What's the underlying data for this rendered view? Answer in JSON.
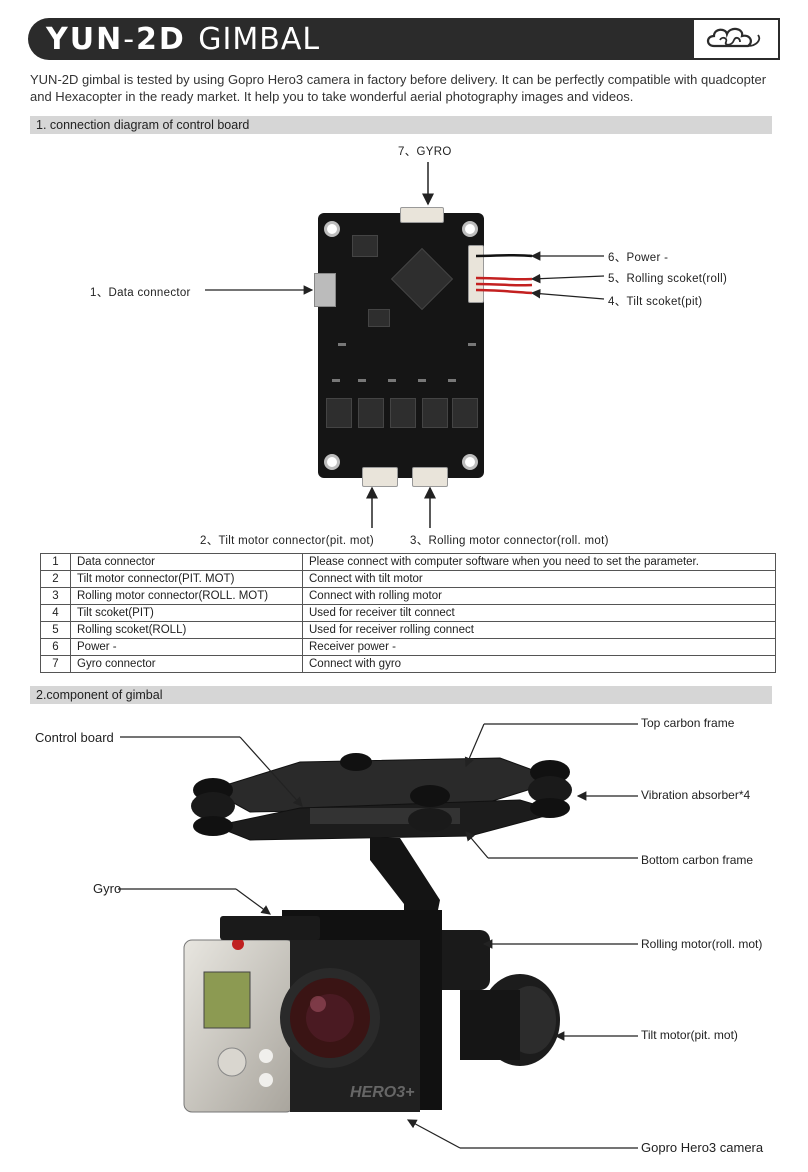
{
  "header": {
    "brand": "YUN",
    "dash": "-",
    "model": "2D",
    "product": "GIMBAL",
    "logo": "cloud-logo-icon"
  },
  "intro": "YUN-2D gimbal is tested by using Gopro Hero3 camera in factory before delivery. It can be perfectly compatible with quadcopter and Hexacopter in the ready market. It help you to take wonderful aerial photography images and videos.",
  "section1": {
    "title": "1. connection diagram of control board",
    "labels": {
      "gyro": "7、GYRO",
      "power": "6、Power -",
      "roll": "5、Rolling scoket(roll)",
      "tilt": "4、Tilt scoket(pit)",
      "data": "1、Data connector",
      "tilt_motor": "2、Tilt motor connector(pit. mot)",
      "roll_motor": "3、Rolling motor connector(roll. mot)"
    },
    "table": [
      {
        "no": "1",
        "name": "Data connector",
        "desc": "Please connect with computer software when you need to set the parameter."
      },
      {
        "no": "2",
        "name": "Tilt motor connector(PIT. MOT)",
        "desc": "Connect with tilt motor"
      },
      {
        "no": "3",
        "name": "Rolling motor connector(ROLL. MOT)",
        "desc": "Connect with rolling motor"
      },
      {
        "no": "4",
        "name": "Tilt scoket(PIT)",
        "desc": "Used for receiver tilt  connect"
      },
      {
        "no": "5",
        "name": "Rolling scoket(ROLL)",
        "desc": "Used for receiver rolling connect"
      },
      {
        "no": "6",
        "name": "Power -",
        "desc": "Receiver power -"
      },
      {
        "no": "7",
        "name": "Gyro connector",
        "desc": "Connect with gyro"
      }
    ]
  },
  "section2": {
    "title": "2.component of gimbal",
    "labels": {
      "control_board": "Control board",
      "gyro": "Gyro",
      "top_frame": "Top carbon frame",
      "absorber": "Vibration absorber*4",
      "bottom_frame": "Bottom carbon frame",
      "roll_motor": "Rolling motor(roll. mot)",
      "tilt_motor": "Tilt motor(pit. mot)",
      "camera": "Gopro Hero3 camera",
      "camera_brand": "HERO3+"
    }
  }
}
